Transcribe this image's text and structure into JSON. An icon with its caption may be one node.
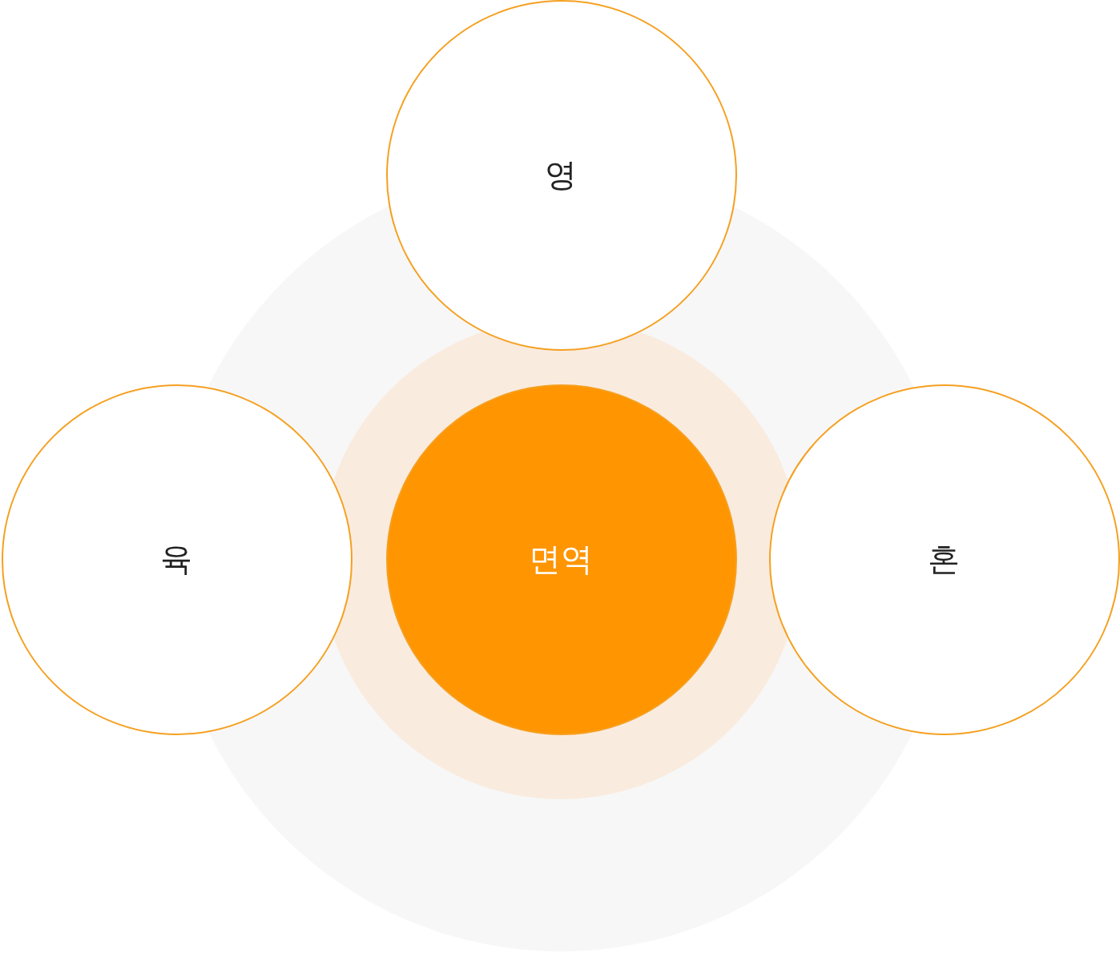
{
  "diagram": {
    "nodes": [
      {
        "text": [
          "영"
        ]
      },
      {
        "text": [
          "육"
        ]
      },
      {
        "text": [
          "면역"
        ]
      },
      {
        "text": [
          "혼"
        ]
      }
    ]
  }
}
